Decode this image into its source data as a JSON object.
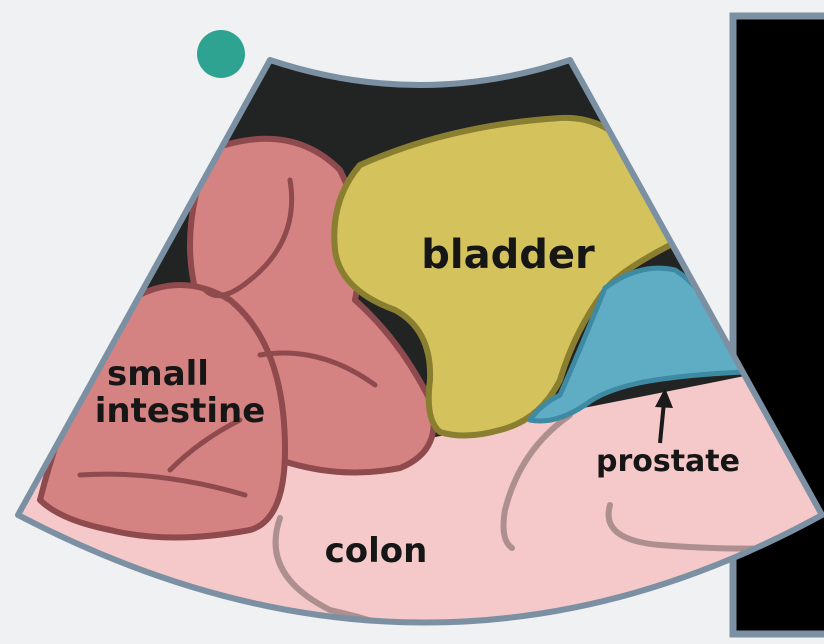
{
  "diagram": {
    "labels": {
      "bladder": "bladder",
      "small_intestine_line1": "small",
      "small_intestine_line2": "intestine",
      "colon": "colon",
      "prostate": "prostate"
    },
    "colors": {
      "background": "#eff1f3",
      "fan_border": "#7b91a3",
      "dark_fluid": "#222424",
      "bladder_fill": "#d4c25c",
      "bladder_border": "#8a7e30",
      "intestine_fill": "#d58282",
      "intestine_border": "#8e4a4c",
      "colon_fill": "#f5c9c9",
      "colon_folds": "#ad8f8f",
      "prostate_fill": "#5fadc4",
      "prostate_border": "#3f8aa3",
      "indicator_dot": "#2ea391",
      "side_panel": "#000000"
    }
  }
}
